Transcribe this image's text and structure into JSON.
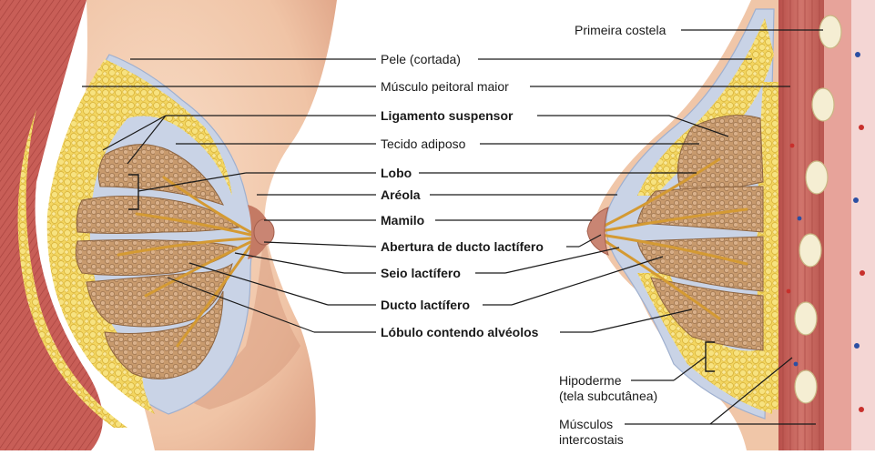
{
  "labels": {
    "primeira_costela": "Primeira costela",
    "pele": "Pele (cortada)",
    "musculo_peitoral": "Músculo peitoral maior",
    "ligamento": "Ligamento suspensor",
    "tecido_adiposo": "Tecido adiposo",
    "lobo": "Lobo",
    "areola": "Aréola",
    "mamilo": "Mamilo",
    "abertura": "Abertura de ducto lactífero",
    "seio": "Seio lactífero",
    "ducto": "Ducto lactífero",
    "lobulo": "Lóbulo contendo alvéolos",
    "hipoderme_1": "Hipoderme",
    "hipoderme_2": "(tela subcutânea)",
    "musculos_1": "Músculos",
    "musculos_2": "intercostais"
  },
  "colors": {
    "skin": "#f3cbb0",
    "skin_shadow": "#e1a98b",
    "fat": "#f2d35a",
    "fat_dark": "#d9b23b",
    "lobe": "#c99a6c",
    "lobe_dark": "#8d6440",
    "duct": "#d8a13e",
    "muscle": "#c9625c",
    "muscle_light": "#e7a39a",
    "connective": "#c9d3e6",
    "rib": "#f5eed3",
    "areola": "#c97b68",
    "leader": "#1a1a1a"
  }
}
